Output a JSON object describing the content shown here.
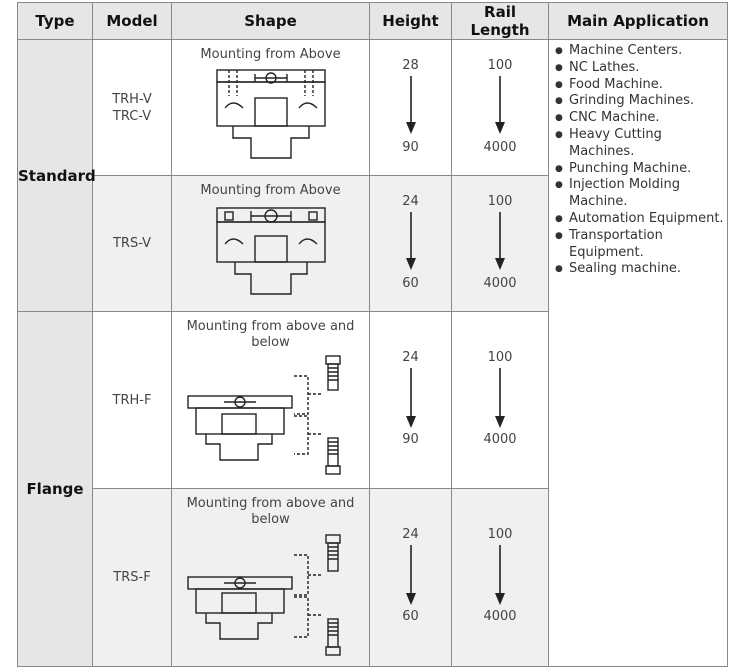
{
  "headers": {
    "type": "Type",
    "model": "Model",
    "shape": "Shape",
    "height": "Height",
    "rail_length": "Rail Length",
    "main_application": "Main Application"
  },
  "groups": {
    "standard": "Standard",
    "flange": "Flange"
  },
  "rows": [
    {
      "model": [
        "TRH-V",
        "TRC-V"
      ],
      "shape_caption": "Mounting from Above",
      "height_min": "28",
      "height_max": "90",
      "rail_min": "100",
      "rail_max": "4000"
    },
    {
      "model": [
        "TRS-V"
      ],
      "shape_caption": "Mounting from Above",
      "height_min": "24",
      "height_max": "60",
      "rail_min": "100",
      "rail_max": "4000"
    },
    {
      "model": [
        "TRH-F"
      ],
      "shape_caption": [
        "Mounting from above and",
        "below"
      ],
      "height_min": "24",
      "height_max": "90",
      "rail_min": "100",
      "rail_max": "4000"
    },
    {
      "model": [
        "TRS-F"
      ],
      "shape_caption": [
        "Mounting from above and",
        "below"
      ],
      "height_min": "24",
      "height_max": "60",
      "rail_min": "100",
      "rail_max": "4000"
    }
  ],
  "applications": [
    "Machine Centers.",
    "NC Lathes.",
    "Food Machine.",
    "Grinding Machines.",
    "CNC Machine.",
    "Heavy Cutting Machines.",
    "Punching Machine.",
    "Injection Molding Machine.",
    "Automation Equipment.",
    "Transportation Equipment.",
    "Sealing machine."
  ]
}
